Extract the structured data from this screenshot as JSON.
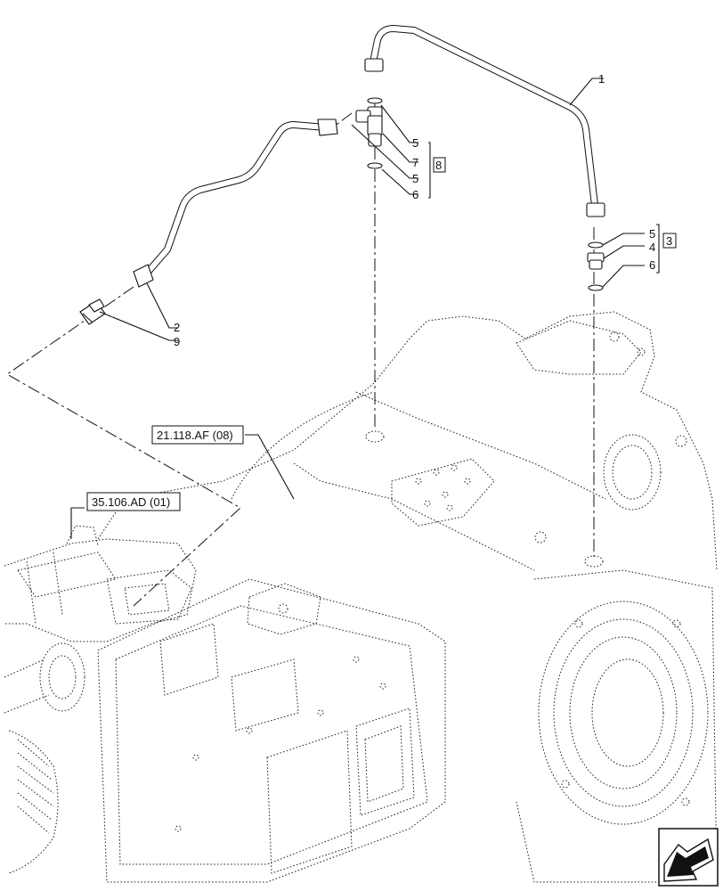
{
  "callouts": {
    "c1": "1",
    "c2": "2",
    "c9": "9",
    "c5a": "5",
    "c7": "7",
    "c5b": "5",
    "c6a": "6",
    "c8": "8",
    "c5c": "5",
    "c4": "4",
    "c6b": "6",
    "c3": "3"
  },
  "references": {
    "ref_a": "21.118.AF (08)",
    "ref_b": "35.106.AD (01)"
  },
  "icons": {
    "nav": "navigation-arrow-icon"
  }
}
